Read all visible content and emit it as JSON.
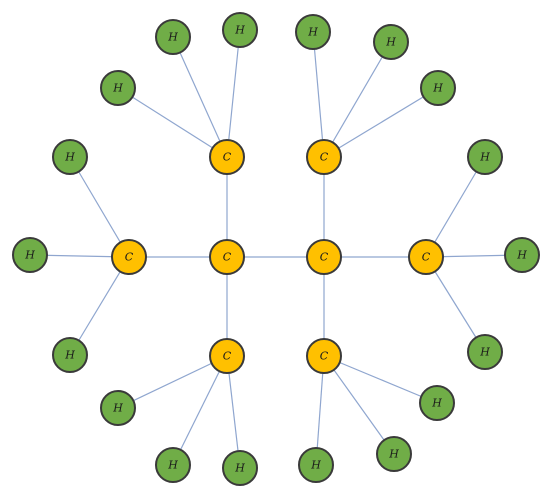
{
  "colors": {
    "carbon_fill": "#ffc000",
    "hydrogen_fill": "#70ad47",
    "outline": "#3a3a3a",
    "bond": "#8fa6cf"
  },
  "atoms": [
    {
      "id": "c1",
      "element": "carbon",
      "label": "C"
    },
    {
      "id": "c2",
      "element": "carbon",
      "label": "C"
    },
    {
      "id": "c3",
      "element": "carbon",
      "label": "C"
    },
    {
      "id": "c4",
      "element": "carbon",
      "label": "C"
    },
    {
      "id": "c5",
      "element": "carbon",
      "label": "C"
    },
    {
      "id": "c6",
      "element": "carbon",
      "label": "C"
    },
    {
      "id": "c7",
      "element": "carbon",
      "label": "C"
    },
    {
      "id": "c8",
      "element": "carbon",
      "label": "C"
    },
    {
      "id": "h1",
      "element": "hydrogen",
      "label": "H"
    },
    {
      "id": "h2",
      "element": "hydrogen",
      "label": "H"
    },
    {
      "id": "h3",
      "element": "hydrogen",
      "label": "H"
    },
    {
      "id": "h4",
      "element": "hydrogen",
      "label": "H"
    },
    {
      "id": "h5",
      "element": "hydrogen",
      "label": "H"
    },
    {
      "id": "h6",
      "element": "hydrogen",
      "label": "H"
    },
    {
      "id": "h7",
      "element": "hydrogen",
      "label": "H"
    },
    {
      "id": "h8",
      "element": "hydrogen",
      "label": "H"
    },
    {
      "id": "h9",
      "element": "hydrogen",
      "label": "H"
    },
    {
      "id": "h10",
      "element": "hydrogen",
      "label": "H"
    },
    {
      "id": "h11",
      "element": "hydrogen",
      "label": "H"
    },
    {
      "id": "h12",
      "element": "hydrogen",
      "label": "H"
    },
    {
      "id": "h13",
      "element": "hydrogen",
      "label": "H"
    },
    {
      "id": "h14",
      "element": "hydrogen",
      "label": "H"
    },
    {
      "id": "h15",
      "element": "hydrogen",
      "label": "H"
    },
    {
      "id": "h16",
      "element": "hydrogen",
      "label": "H"
    },
    {
      "id": "h17",
      "element": "hydrogen",
      "label": "H"
    },
    {
      "id": "h18",
      "element": "hydrogen",
      "label": "H"
    }
  ],
  "bonds": [
    [
      "c1",
      "c2"
    ],
    [
      "c2",
      "c3"
    ],
    [
      "c3",
      "c4"
    ],
    [
      "c2",
      "c5"
    ],
    [
      "c3",
      "c6"
    ],
    [
      "c2",
      "c7"
    ],
    [
      "c3",
      "c8"
    ],
    [
      "c1",
      "h1"
    ],
    [
      "c1",
      "h2"
    ],
    [
      "c1",
      "h3"
    ],
    [
      "c4",
      "h4"
    ],
    [
      "c4",
      "h5"
    ],
    [
      "c4",
      "h6"
    ],
    [
      "c5",
      "h7"
    ],
    [
      "c5",
      "h8"
    ],
    [
      "c5",
      "h9"
    ],
    [
      "c6",
      "h10"
    ],
    [
      "c6",
      "h11"
    ],
    [
      "c6",
      "h12"
    ],
    [
      "c7",
      "h13"
    ],
    [
      "c7",
      "h14"
    ],
    [
      "c7",
      "h15"
    ],
    [
      "c8",
      "h16"
    ],
    [
      "c8",
      "h17"
    ],
    [
      "c8",
      "h18"
    ]
  ]
}
